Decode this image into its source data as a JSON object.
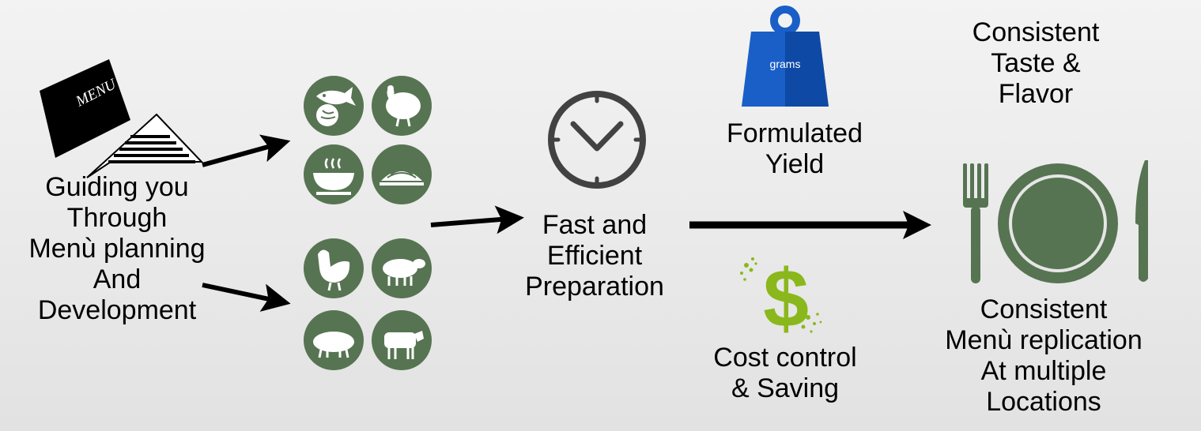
{
  "menu_book": {
    "label": "MENU",
    "icon": "menu-book-icon"
  },
  "guiding_text": [
    "Guiding you",
    "Through",
    "Menù planning",
    "And",
    "Development"
  ],
  "food_icons": [
    "fish-icon",
    "turkey-icon",
    "soup-bowl-icon",
    "pasta-icon",
    "chicken-icon",
    "lamb-icon",
    "pig-icon",
    "cow-icon"
  ],
  "clock": {
    "icon": "clock-icon"
  },
  "preparation_text": [
    "Fast and",
    "Efficient",
    "Preparation"
  ],
  "weight": {
    "label": "grams",
    "icon": "weight-icon"
  },
  "yield_text": [
    "Formulated",
    "Yield"
  ],
  "dollar": {
    "icon": "dollar-icon"
  },
  "cost_text": [
    "Cost control",
    "& Saving"
  ],
  "taste_text": [
    "Consistent",
    "Taste &",
    "Flavor"
  ],
  "plate": {
    "icon": "plate-cutlery-icon"
  },
  "replication_text": [
    "Consistent",
    "Menù replication",
    "At multiple",
    "Locations"
  ],
  "colors": {
    "icon_green": "#577452",
    "weight_blue": "#1a5fc7",
    "dollar_green": "#8ab81c",
    "arrow": "#000000"
  }
}
